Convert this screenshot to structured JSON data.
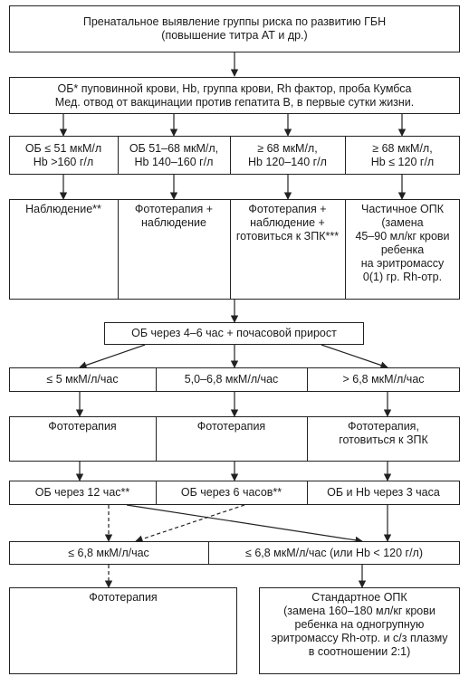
{
  "top_box": "Пренатальное выявление группы риска по развитию ГБН\n(повышение титра АТ и др.)",
  "exam_box": "ОБ* пуповинной крови, Hb, группа крови, Rh фактор, проба Кумбса\nМед. отвод от вакцинации против гепатита В, в первые сутки жизни.",
  "level1_thresholds": [
    "ОБ ≤ 51 мкМ/л\nHb >160 г/л",
    "ОБ 51–68 мкМ/л,\nHb 140–160 г/л",
    "≥ 68 мкМ/л,\nHb 120–140 г/л",
    "≥ 68 мкМ/л,\nHb ≤ 120 г/л"
  ],
  "level1_actions": [
    "Наблюдение**",
    "Фототерапия +\nнаблюдение",
    "Фототерапия +\nнаблюдение +\nготовиться к ЗПК***",
    "Частичное ОПК\n(замена\n45–90 мл/кг крови\nребенка\nна эритромассу\n0(1) гр. Rh-отр."
  ],
  "monitor_box": "ОБ  через 4–6 час + почасовой прирост",
  "rate_cells": [
    "≤ 5 мкМ/л/час",
    "5,0–6,8 мкМ/л/час",
    "> 6,8 мкМ/л/час"
  ],
  "rate_actions": [
    "Фототерапия",
    "Фототерапия",
    "Фототерапия,\nготовиться к ЗПК"
  ],
  "recheck_cells": [
    "ОБ через 12 час**",
    "ОБ через 6 часов**",
    "ОБ и Hb через 3 часа"
  ],
  "outcome_cells": [
    "≤ 6,8 мкМ/л/час",
    "≤ 6,8 мкМ/л/час (или Hb < 120 г/л)"
  ],
  "final_phototherapy": "Фототерапия",
  "final_exchange": "Стандартное ОПК\n(замена 160–180 мл/кг крови\nребенка на одногрупную\nэритромассу Rh-отр. и с/з плазму\nв соотношении 2:1)"
}
